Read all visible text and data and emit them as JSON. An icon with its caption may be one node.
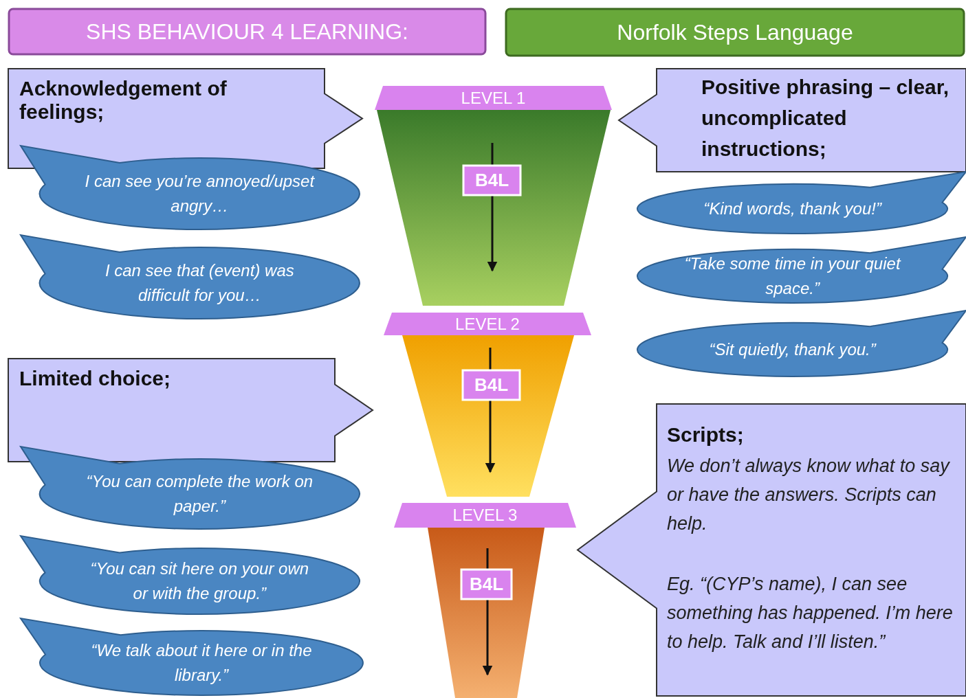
{
  "diagram": {
    "nodes": [
      {
        "text": [
          "SHS BEHAVIOUR 4 LEARNING:"
        ]
      },
      {
        "text": [
          "Norfolk Steps Language"
        ]
      },
      {
        "text": [
          "Acknowledgement of feelings;"
        ]
      },
      {
        "text": [
          "I can see you’re annoyed/upset angry…"
        ]
      },
      {
        "text": [
          "I can see that (event) was difficult for you…"
        ]
      },
      {
        "text": [
          "LEVEL 1"
        ]
      },
      {
        "text": [],
        "shape": "trapezoid"
      },
      {
        "text": [
          "B4L"
        ],
        "in": 6
      },
      {
        "text": [
          "Positive phrasing – clear, uncomplicated instructions;"
        ]
      },
      {
        "text": [
          "“Kind words, thank you!”"
        ]
      },
      {
        "text": [
          "“Take some time in your quiet space.”"
        ]
      },
      {
        "text": [
          "“Sit quietly, thank you.”"
        ]
      },
      {
        "text": [
          "LEVEL 2"
        ]
      },
      {
        "text": [],
        "shape": "trapezoid"
      },
      {
        "text": [
          "B4L"
        ],
        "in": 13
      },
      {
        "text": [
          "Limited choice;"
        ]
      },
      {
        "text": [
          "“You can complete the work on paper.”"
        ]
      },
      {
        "text": [
          "“You can sit here on your own or with the group.”"
        ]
      },
      {
        "text": [
          "“We talk about it here or in the library.”"
        ]
      },
      {
        "text": [
          "LEVEL 3"
        ]
      },
      {
        "text": [],
        "shape": "trapezoid"
      },
      {
        "text": [
          "B4L"
        ],
        "in": 20
      },
      {
        "text": [
          "Scripts;",
          "We don’t always know what to say or have the answers. Scripts can help.",
          "Eg. “(CYP’s name), I can see something has happened. I’m here to help. Talk and I’ll listen.”"
        ]
      }
    ]
  }
}
